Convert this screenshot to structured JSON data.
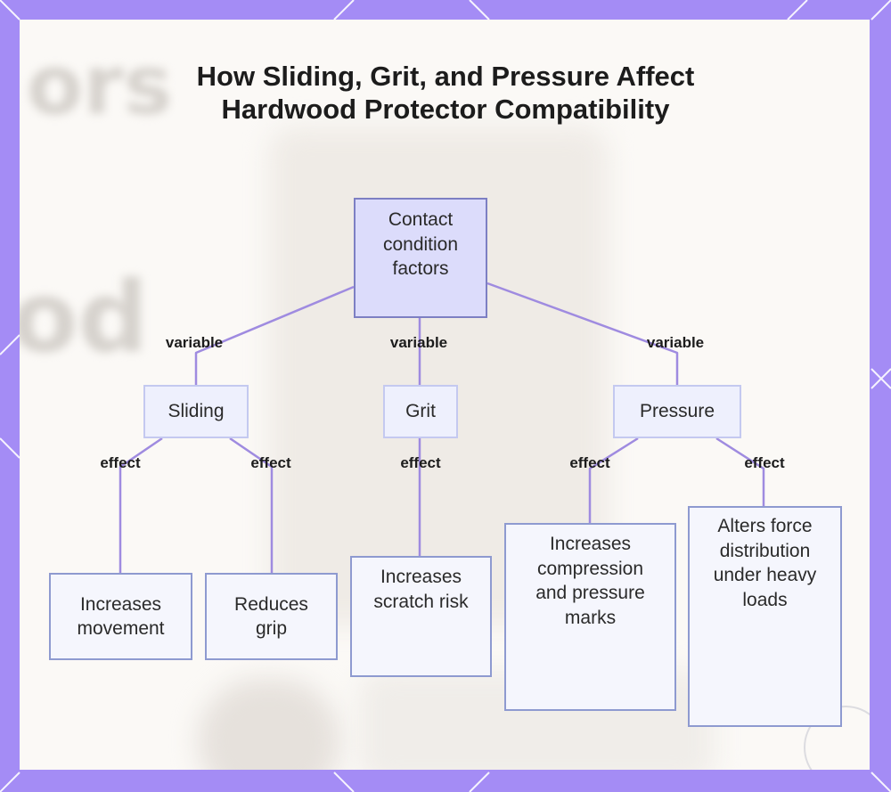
{
  "title": "How Sliding, Grit, and Pressure Affect Hardwood Protector Compatibility",
  "nodes": {
    "root": "Contact condition factors",
    "sliding": "Sliding",
    "grit": "Grit",
    "pressure": "Pressure",
    "increases_movement": "Increases movement",
    "reduces_grip": "Reduces grip",
    "increases_scratch": "Increases scratch risk",
    "compression": "Increases compression and pressure marks",
    "force": "Alters force distribution under heavy loads"
  },
  "edge_labels": {
    "variable": "variable",
    "effect": "effect"
  },
  "colors": {
    "frame": "#a48cf5",
    "connector": "#9f8be0",
    "root_fill": "#dcdcfb",
    "node_fill": "#f5f6fd"
  }
}
